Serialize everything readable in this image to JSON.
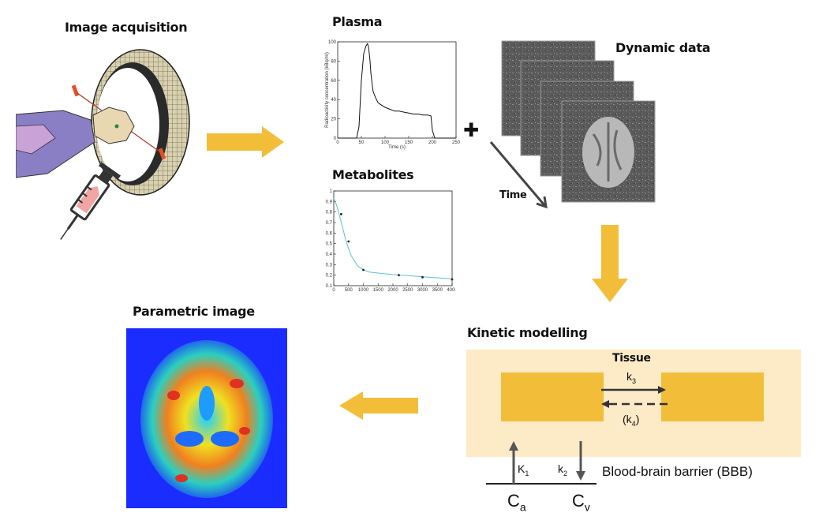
{
  "headings": {
    "acquisition": "Image acquisition",
    "plasma": "Plasma",
    "dynamic": "Dynamic data",
    "metabolites": "Metabolites",
    "parametric": "Parametric image",
    "kinetic": "Kinetic modelling"
  },
  "time_label": "Time",
  "plus_symbol": "✚",
  "kinetic": {
    "tissue": "Tissue",
    "k3": "k",
    "k3_sub": "3",
    "k4_open": "(k",
    "k4_sub": "4",
    "k4_close": ")",
    "k1": "K",
    "k1_sub": "1",
    "k2": "k",
    "k2_sub": "2",
    "bbb": "Blood-brain barrier (BBB)",
    "ca": "C",
    "ca_sub": "a",
    "cv": "C",
    "cv_sub": "v"
  },
  "colors": {
    "arrow": "#F2BE3A",
    "compartment": "#F2BE3A",
    "tissue_bg": "#FCEBC6",
    "curve": "#5BC0D6",
    "param_bg": "#1A2CFF"
  },
  "chart_data": [
    {
      "type": "line",
      "title": "",
      "xlabel": "Time (s)",
      "ylabel": "Radioactivity concentration (kBq/ml)",
      "xlim": [
        0,
        250
      ],
      "ylim": [
        0,
        100
      ],
      "x_ticks": [
        "0",
        "50",
        "100",
        "150",
        "200",
        "250"
      ],
      "y_ticks": [
        "0",
        "20",
        "40",
        "60",
        "80",
        "100"
      ],
      "series": [
        {
          "x": [
            0,
            40,
            45,
            50,
            55,
            60,
            63,
            65,
            68,
            70,
            73,
            75,
            80,
            85,
            90,
            100,
            110,
            120,
            130,
            140,
            150,
            160,
            170,
            180,
            190,
            197,
            200,
            205,
            250
          ],
          "y": [
            0,
            0,
            12,
            60,
            88,
            96,
            98,
            95,
            82,
            68,
            55,
            48,
            42,
            37,
            35,
            32,
            30,
            28,
            28,
            27,
            26,
            25,
            25,
            24,
            24,
            23,
            8,
            0,
            0
          ]
        }
      ]
    },
    {
      "type": "line",
      "title": "",
      "xlabel": "",
      "ylabel": "",
      "xlim": [
        0,
        4000
      ],
      "ylim": [
        0.1,
        1.0
      ],
      "x_ticks": [
        "0",
        "500",
        "1000",
        "1500",
        "2000",
        "2500",
        "3000",
        "3500",
        "4000"
      ],
      "y_ticks": [
        "0.1",
        "0.2",
        "0.3",
        "0.4",
        "0.5",
        "0.6",
        "0.7",
        "0.8",
        "0.9",
        "1"
      ],
      "series": [
        {
          "x": [
            0,
            100,
            200,
            300,
            400,
            500,
            600,
            800,
            1000,
            1200,
            1500,
            2000,
            2500,
            3000,
            3500,
            4000
          ],
          "y": [
            0.93,
            0.86,
            0.76,
            0.65,
            0.54,
            0.45,
            0.38,
            0.29,
            0.25,
            0.23,
            0.22,
            0.205,
            0.195,
            0.185,
            0.175,
            0.165
          ]
        }
      ],
      "points": {
        "x": [
          250,
          500,
          1000,
          2200,
          3000,
          4000
        ],
        "y": [
          0.78,
          0.52,
          0.25,
          0.2,
          0.18,
          0.16
        ]
      }
    }
  ]
}
